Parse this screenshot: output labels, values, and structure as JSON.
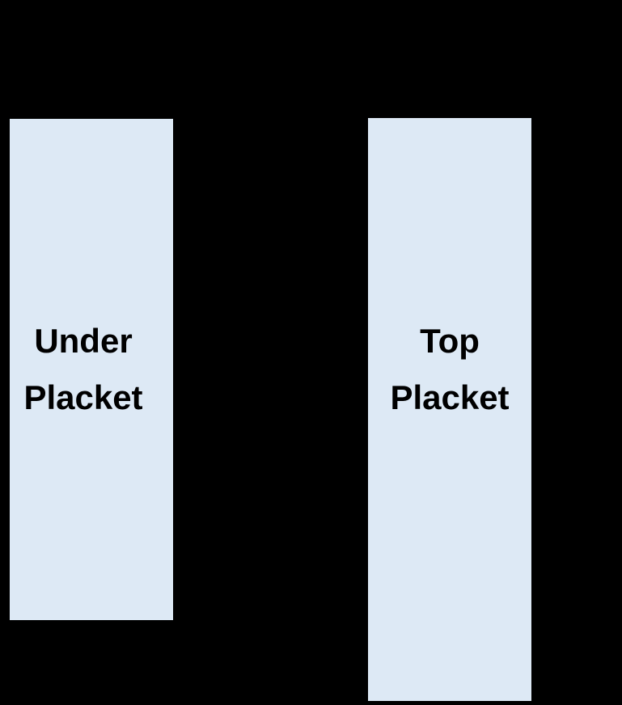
{
  "colors": {
    "background": "#000000",
    "rect_fill": "#dde9f5",
    "label_text": "#000000"
  },
  "boxes": [
    {
      "name": "under-placket",
      "label_line1": "Under",
      "label_line2": "Placket"
    },
    {
      "name": "top-placket",
      "label_line1": "Top",
      "label_line2": "Placket"
    }
  ]
}
